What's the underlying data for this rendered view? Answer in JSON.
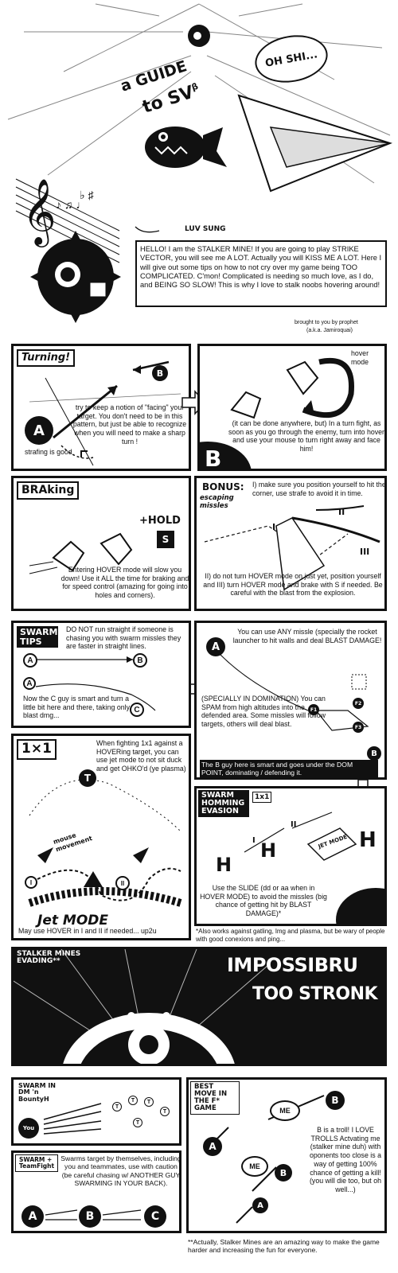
{
  "header": {
    "bubble_text": "OH SHI...",
    "title_line1": "a GUIDE",
    "title_line2": "to SV",
    "title_sup": "β",
    "luv_song": "LUV SUNG",
    "intro_text": "HELLO! I am the STALKER MINE! If you are going to play STRIKE VECTOR, you will see me A LOT. Actually you will KISS ME A LOT. Here I will give out some tips on how to not cry over my game being TOO COMPLICATED. C'mon! Complicated is needing so much love, as I do, and BEING SO SLOW! This is why I love to stalk noobs hovering around!",
    "credit_line1": "brought to you by prophet",
    "credit_line2": "(a.k.a. Jamiroquai)"
  },
  "turning": {
    "title": "Turning!",
    "label_a": "A",
    "label_b": "B",
    "text": "try to keep a notion of \"facing\" your target. You don't need to be in this pattern, but just be able to recognize when you will need to make a sharp turn !",
    "strafe_note": "strafing is good"
  },
  "hover_panel": {
    "label": "hover mode",
    "label_b": "B",
    "text": "(it can be done anywhere, but) In a turn fight, as soon as you go through the enemy, turn into hover and use your mouse to turn right away and face him!"
  },
  "braking": {
    "title": "BRAking",
    "hold": "+HOLD",
    "key": "S",
    "text": "Entering HOVER mode will slow you down! Use it ALL the time for braking and for speed control (amazing for going into holes and corners)."
  },
  "bonus": {
    "title": "BONUS:",
    "subtitle": "escaping missles",
    "text_top": "I) make sure you position yourself to hit the corner, use strafe to avoid it in time.",
    "text_bottom": "II) do not turn HOVER mode on just yet, position yourself and III) turn HOVER mode and brake with S if needed. Be careful with the blast from the explosion.",
    "label_i": "I",
    "label_ii": "II",
    "label_iii": "III"
  },
  "swarm_tips": {
    "title": "SWARM TIPS",
    "text": "DO NOT run straight if someone is chasing you with swarm missles they are faster in straight lines.",
    "text2": "Now the C guy is smart and turn a little bit here and there, taking only blast dmg...",
    "label_a": "A",
    "label_b": "B",
    "label_c": "C"
  },
  "any_missle": {
    "label_a": "A",
    "label_b": "B",
    "text_top": "You can use ANY missle (specially the rocket launcher to hit walls and deal BLAST DAMAGE!",
    "text_mid": "(SPECIALLY IN DOMINATION) You can SPAM from high altitudes into the defended area. Some missles will follow targets, others will deal blast.",
    "text_bottom": "The B guy here is smart and goes under the DOM POINT, dominating / defending it.",
    "f1": "F1",
    "f2": "F2",
    "f3": "F3"
  },
  "one_v_one": {
    "title": "1×1",
    "text": "When fighting 1x1 against a HOVERing target, you can use jet mode to not sit duck and get OHKO'd (ye plasma)",
    "mouse": "mouse movement",
    "jet": "Jet MODE",
    "label_i": "I",
    "label_ii": "II",
    "bottom": "May use HOVER in I and II if needed... up2u"
  },
  "swarm_evasion": {
    "title": "SWARM HOMMING EVASION",
    "tag": "1x1",
    "jet": "JET MODE",
    "label_i": "I",
    "label_ii": "II",
    "text": "Use the SLIDE (dd or aa when in HOVER MODE) to avoid the missles (big chance of getting hit by BLAST DAMAGE)*",
    "h": "H"
  },
  "footnote1": "*Also works against gatling, lmg and plasma, but be wary of people with good conexions and ping...",
  "mines": {
    "title": "STALKER MINES EVADING**",
    "line1": "IMPOSSIBRU",
    "line2": "TOO STRONK"
  },
  "swarm_bounty": {
    "title": "SWARM IN DM 'n BountyH",
    "you": "You",
    "t": "T"
  },
  "swarm_team": {
    "title": "SWARM + TeamFight",
    "text": "Swarms target by themselves, including you and teammates, use with caution (be careful chasing w/ ANOTHER GUY SWARMING IN YOUR BACK).",
    "label_a": "A",
    "label_b": "B",
    "label_c": "C"
  },
  "best_move": {
    "title": "BEST MOVE IN THE F* GAME",
    "me": "ME",
    "label_a": "A",
    "label_b": "B",
    "text": "B is a troll! I LOVE TROLLS Actvating me (stalker mine duh) with oponents too close is a way of getting 100% chance of getting a kill! (you will die too, but oh well...)"
  },
  "footnote2": "**Actually, Stalker Mines are an amazing way to make the game harder and increasing the fun for everyone."
}
